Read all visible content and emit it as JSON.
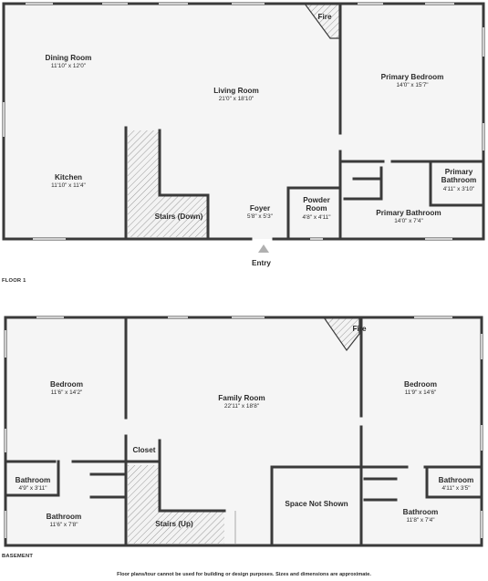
{
  "floors": [
    {
      "label": "FLOOR 1",
      "rooms": {
        "dining_room": {
          "name": "Dining Room",
          "dims": "11'10\" x 12'0\""
        },
        "living_room": {
          "name": "Living Room",
          "dims": "21'0\" x 18'10\""
        },
        "fire": {
          "name": "Fire"
        },
        "primary_bedroom": {
          "name": "Primary Bedroom",
          "dims": "14'0\" x 15'7\""
        },
        "kitchen": {
          "name": "Kitchen",
          "dims": "11'10\" x 11'4\""
        },
        "stairs_down": {
          "name": "Stairs (Down)"
        },
        "foyer": {
          "name": "Foyer",
          "dims": "5'8\" x 5'3\""
        },
        "powder_room": {
          "name": "Powder Room",
          "dims": "4'8\" x 4'11\""
        },
        "primary_bathroom_small": {
          "name": "Primary Bathroom",
          "dims": "4'11\" x 3'10\""
        },
        "primary_bathroom": {
          "name": "Primary Bathroom",
          "dims": "14'0\" x 7'4\""
        }
      },
      "entry": "Entry"
    },
    {
      "label": "BASEMENT",
      "rooms": {
        "fire": {
          "name": "Fire"
        },
        "bedroom_left": {
          "name": "Bedroom",
          "dims": "11'6\" x 14'2\""
        },
        "family_room": {
          "name": "Family Room",
          "dims": "22'11\" x 18'8\""
        },
        "bedroom_right": {
          "name": "Bedroom",
          "dims": "11'9\" x 14'6\""
        },
        "closet": {
          "name": "Closet"
        },
        "bathroom_small_left": {
          "name": "Bathroom",
          "dims": "4'9\" x 3'11\""
        },
        "bathroom_left": {
          "name": "Bathroom",
          "dims": "11'6\" x 7'8\""
        },
        "stairs_up": {
          "name": "Stairs (Up)"
        },
        "space_not_shown": {
          "name": "Space Not Shown"
        },
        "bathroom_small_right": {
          "name": "Bathroom",
          "dims": "4'11\" x 3'5\""
        },
        "bathroom_right": {
          "name": "Bathroom",
          "dims": "11'8\" x 7'4\""
        }
      }
    }
  ],
  "disclaimer": "Floor plans/tour cannot be used for building or design purposes. Sizes and dimensions are approximate.",
  "colors": {
    "wall": "#3a3a3a",
    "floor": "#f5f5f5",
    "hatch": "#9a9a9a",
    "window": "#cfcfcf"
  }
}
